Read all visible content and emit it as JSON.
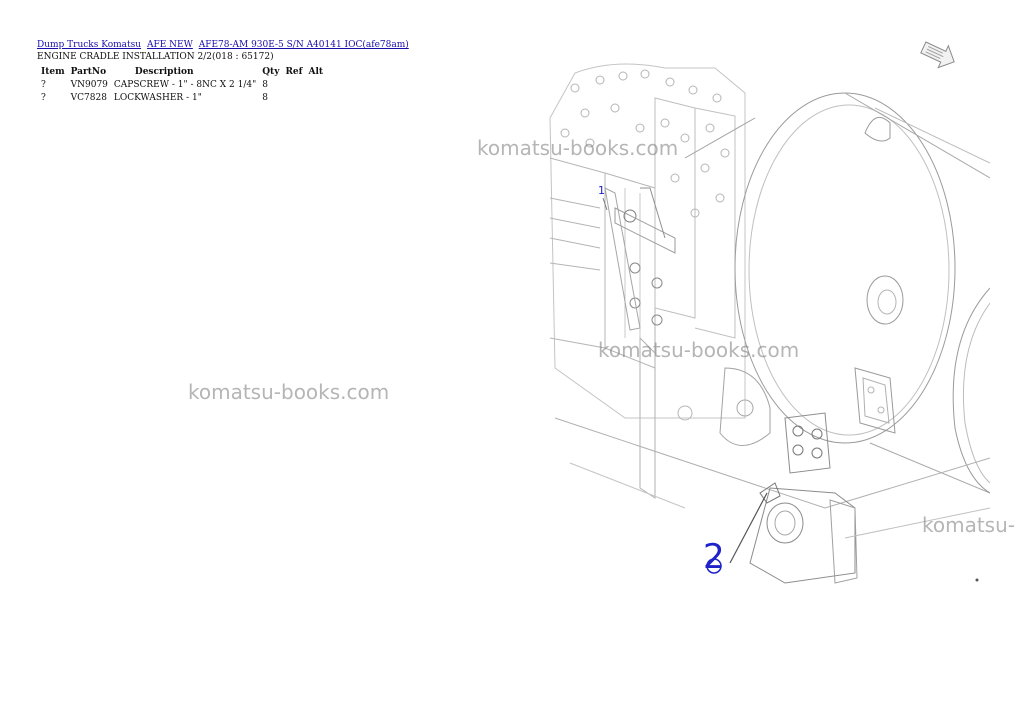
{
  "breadcrumb": {
    "links": [
      "Dump Trucks Komatsu",
      "AFE NEW",
      "AFE78-AM 930E-5 S/N A40141 IOC(afe78am)"
    ]
  },
  "subtitle": "ENGINE CRADLE INSTALLATION 2/2(018 : 65172)",
  "parts_table": {
    "headers": [
      "Item",
      "PartNo",
      "Description",
      "Qty",
      "Ref",
      "Alt"
    ],
    "rows": [
      {
        "item": "?",
        "partno": "VN9079",
        "description": "CAPSCREW - 1\" - 8NC X 2 1/4\"",
        "qty": "8",
        "ref": "",
        "alt": ""
      },
      {
        "item": "?",
        "partno": "VC7828",
        "description": "LOCKWASHER - 1\"",
        "qty": "8",
        "ref": "",
        "alt": ""
      }
    ]
  },
  "watermark": "komatsu-books.com",
  "watermark_cut": "komatsu-",
  "diagram": {
    "callouts": [
      "1",
      "2"
    ],
    "callout_color": "#1e22c8"
  }
}
